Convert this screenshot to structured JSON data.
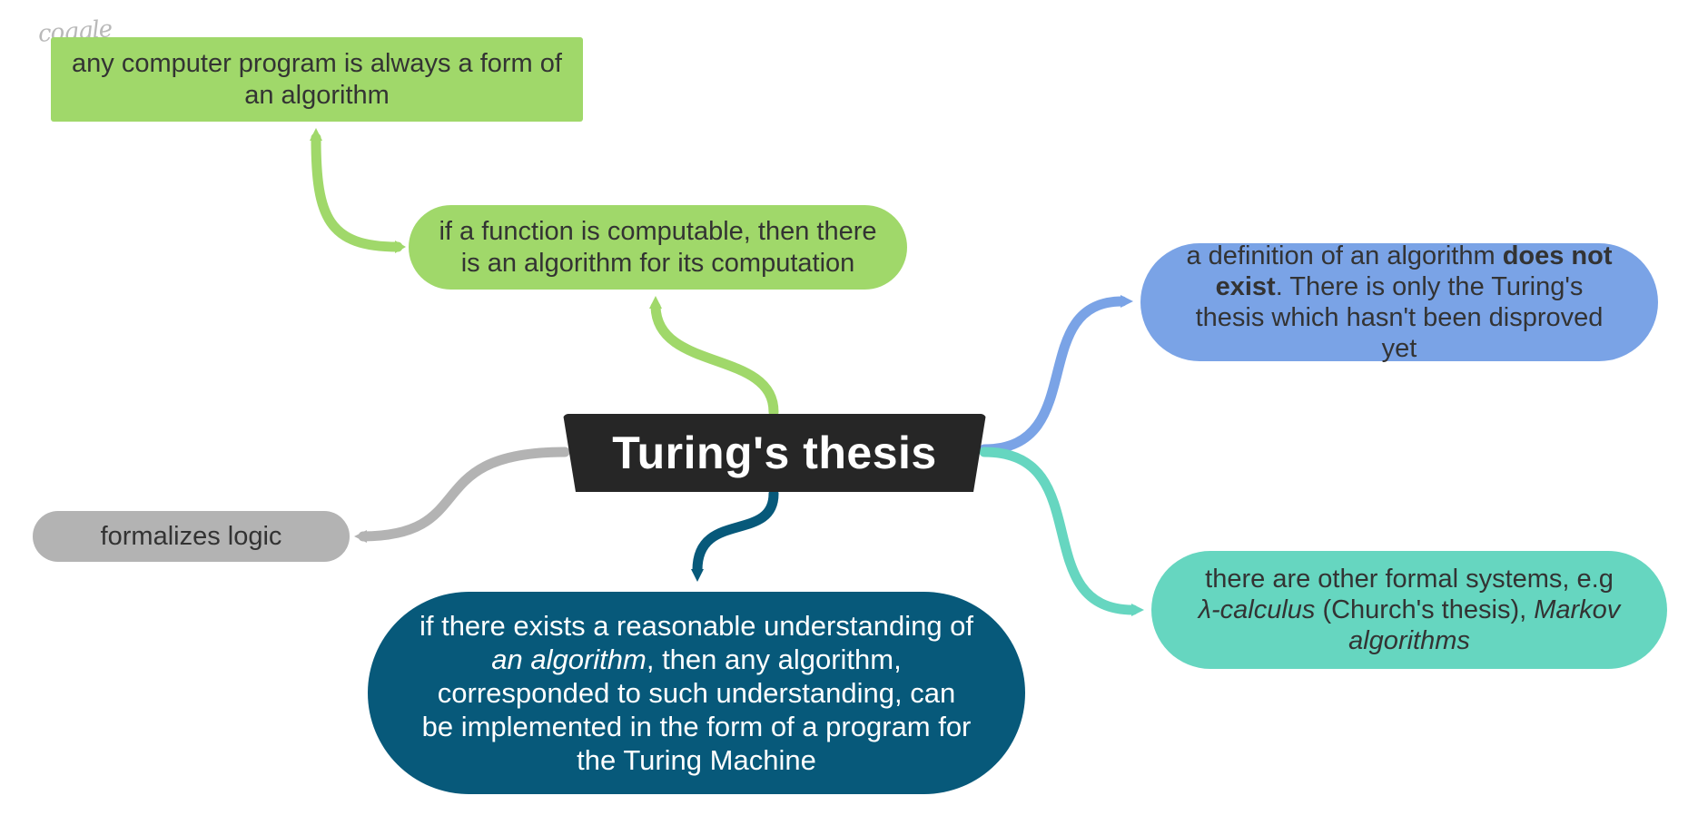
{
  "app": {
    "logo_text": "coggle"
  },
  "map": {
    "central": {
      "label": "Turing's thesis"
    },
    "nodes": {
      "program": {
        "text": "any computer program is always a form of an algorithm"
      },
      "computable": {
        "text": "if a function is computable, then there is an algorithm for its computation"
      },
      "definition": {
        "part1": "a definition of an algorithm ",
        "bold": "does not exist",
        "part2": ". There is only the Turing's thesis which hasn't been disproved yet"
      },
      "formal": {
        "part1": "there are other formal systems, e.g ",
        "italic1": "λ-calculus",
        "part2": " (Church's thesis), ",
        "italic2": "Markov algorithms"
      },
      "logic": {
        "text": "formalizes logic"
      },
      "understanding": {
        "part1": "if there exists a reasonable understanding of ",
        "italic": "an algorithm",
        "part2": ", then any algorithm, corresponded to such understanding, can be implemented in the form of a program for the Turing Machine"
      }
    }
  },
  "colors": {
    "central": "#262626",
    "green": "#a0d86a",
    "blue": "#7aa3e6",
    "teal": "#66d6c0",
    "gray": "#b3b3b3",
    "dark_teal": "#07597a"
  }
}
